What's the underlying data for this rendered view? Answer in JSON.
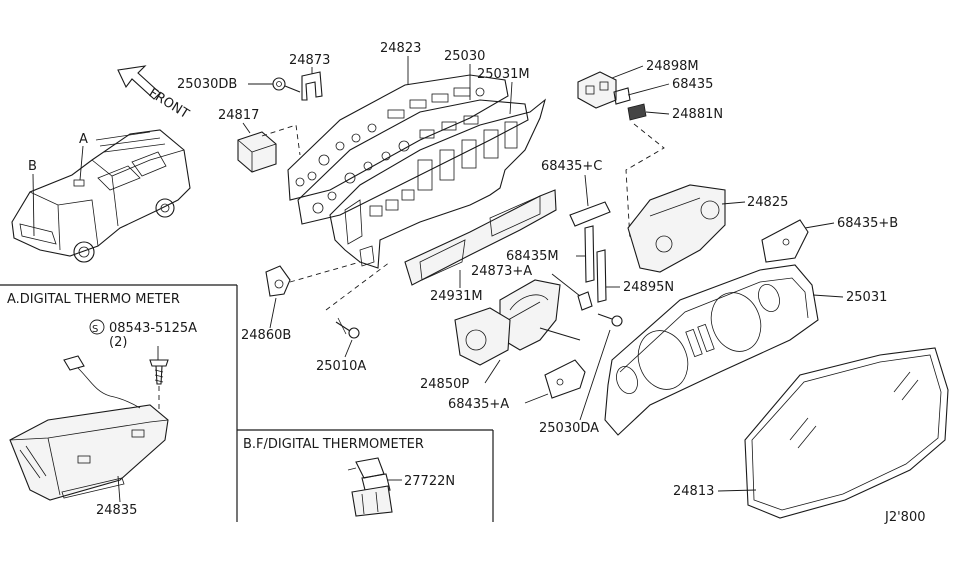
{
  "parts": {
    "p24873": "24873",
    "p24823": "24823",
    "p25030": "25030",
    "p25030DB": "25030DB",
    "p25031M": "25031M",
    "p24817": "24817",
    "p24898M": "24898M",
    "p68435": "68435",
    "p24881N": "24881N",
    "p68435C": "68435+C",
    "p24825": "24825",
    "p68435B": "68435+B",
    "p68435M": "68435M",
    "p24873A": "24873+A",
    "p24895N": "24895N",
    "p25031": "25031",
    "p24931M": "24931M",
    "p24860B": "24860B",
    "p25010A": "25010A",
    "p24850P": "24850P",
    "p68435A": "68435+A",
    "p25030DA": "25030DA",
    "p24813": "24813",
    "p08543": "08543-5125A",
    "p08543qty": "(2)",
    "p24835": "24835",
    "p27722N": "27722N"
  },
  "front_label": "FRONT",
  "vehicle_callouts": {
    "a": "A",
    "b": "B"
  },
  "screw_prefix": "S",
  "sections": {
    "a_title": "A.DIGITAL THERMO METER",
    "b_title": "B.F/DIGITAL THERMOMETER"
  },
  "diagram_code": "J2'800"
}
